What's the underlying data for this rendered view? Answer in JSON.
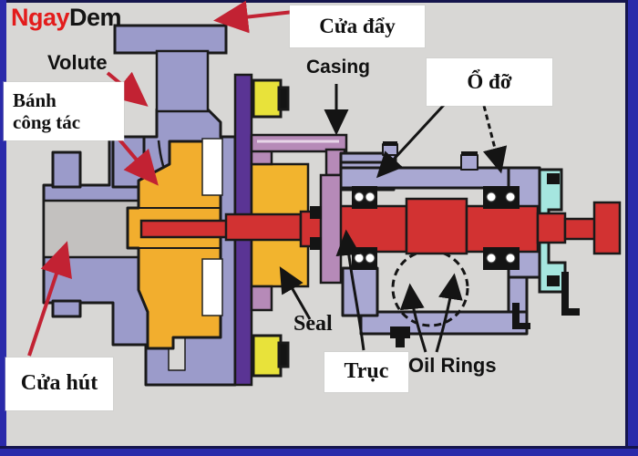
{
  "logo": {
    "part1": "Ngay",
    "part2": "Dem"
  },
  "labels": {
    "discharge": "Cửa đẩy",
    "volute": "Volute",
    "impeller_line1": "Bánh",
    "impeller_line2": "công tác",
    "casing": "Casing",
    "bearing": "Ổ đỡ",
    "seal": "Seal",
    "shaft": "Trục",
    "oil_rings": "Oil Rings",
    "suction": "Cửa hút"
  },
  "diagram": {
    "subject": "centrifugal pump cross-section",
    "parts": [
      "discharge-nozzle",
      "volute-casing",
      "suction-nozzle",
      "impeller",
      "casing-back-flange",
      "stuffing-box",
      "shaft-seal",
      "shaft",
      "bearing-housing",
      "ball-bearing-inner",
      "ball-bearing-outer",
      "oil-ring",
      "end-bracket",
      "shaft-coupling-flange"
    ],
    "colors": {
      "background": "#d8d7d5",
      "frame_blue": "#2a2aaa",
      "casing_lavender": "#9b9bca",
      "housing_lavender": "#a9a8d2",
      "impeller_amber": "#f2ae2e",
      "shaft_red": "#d23232",
      "flange_purple": "#5a3494",
      "seal_mauve": "#b68ab8",
      "bolt_yellow": "#e8e23a",
      "bracket_cyan": "#a5e6df",
      "suction_bore_gray": "#c3c1bf",
      "arrow_red": "#c22233",
      "outline_black": "#1a1a1a",
      "logo_red": "#e31c1c"
    }
  }
}
